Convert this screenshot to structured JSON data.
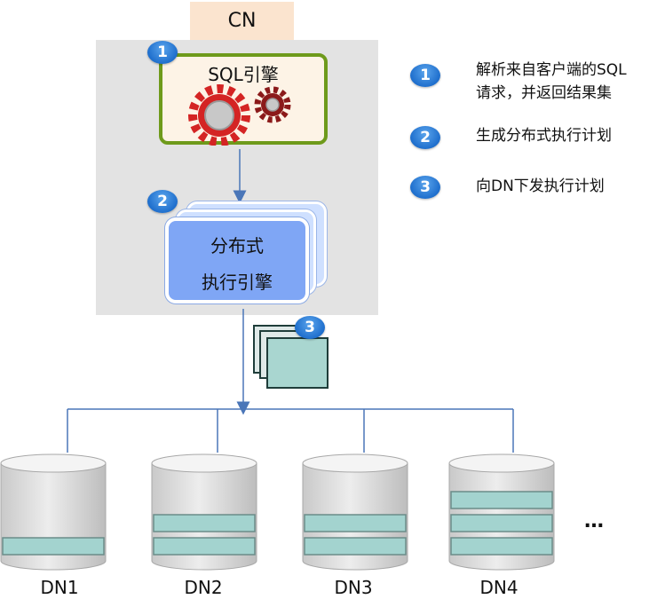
{
  "cn": {
    "label": "CN"
  },
  "sql_engine": {
    "label": "SQL引擎",
    "badge": "1"
  },
  "dist_engine": {
    "line1": "分布式",
    "line2": "执行引擎",
    "badge": "2"
  },
  "plan_badge": "3",
  "legend": [
    {
      "badge": "1",
      "line1": "解析来自客户端的SQL",
      "line2": "请求，并返回结果集"
    },
    {
      "badge": "2",
      "line1": "生成分布式执行计划",
      "line2": ""
    },
    {
      "badge": "3",
      "line1": "向DN下发执行计划",
      "line2": ""
    }
  ],
  "datanodes": [
    {
      "label": "DN1",
      "slots": 1
    },
    {
      "label": "DN2",
      "slots": 2
    },
    {
      "label": "DN3",
      "slots": 2
    },
    {
      "label": "DN4",
      "slots": 3
    }
  ],
  "ellipsis": "…",
  "colors": {
    "panel": "#e3e3e3",
    "cn_label_bg": "#fbe4cf",
    "sql_border": "#6e9a1b",
    "badge": "#1f6fcd",
    "dist_card": "#7fa6f5",
    "slot_fill": "#a3d3cf",
    "connector": "#4a76b8",
    "gear_red": "#d42424",
    "gear_dark": "#8b1a1a"
  }
}
